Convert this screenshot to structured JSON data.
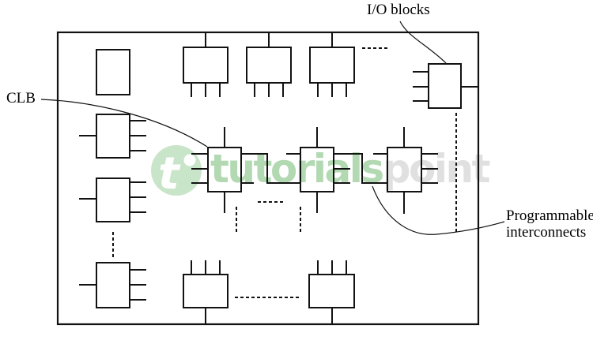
{
  "figure": {
    "labels": {
      "io_blocks": "I/O blocks",
      "clb": "CLB",
      "programmable_line1": "Programmable",
      "programmable_line2": "interconnects"
    }
  },
  "watermark": {
    "logo_glyph": "t",
    "brand_first": "tutorials",
    "brand_second": "point",
    "colors": {
      "logo_circle": "#c9e5c9",
      "logo_glyph": "#ffffff",
      "brand_first": "#b2d9b2",
      "brand_second": "#e0e0e0"
    }
  },
  "diagram": {
    "stroke_color": "#121212",
    "background_color": "#ffffff"
  }
}
